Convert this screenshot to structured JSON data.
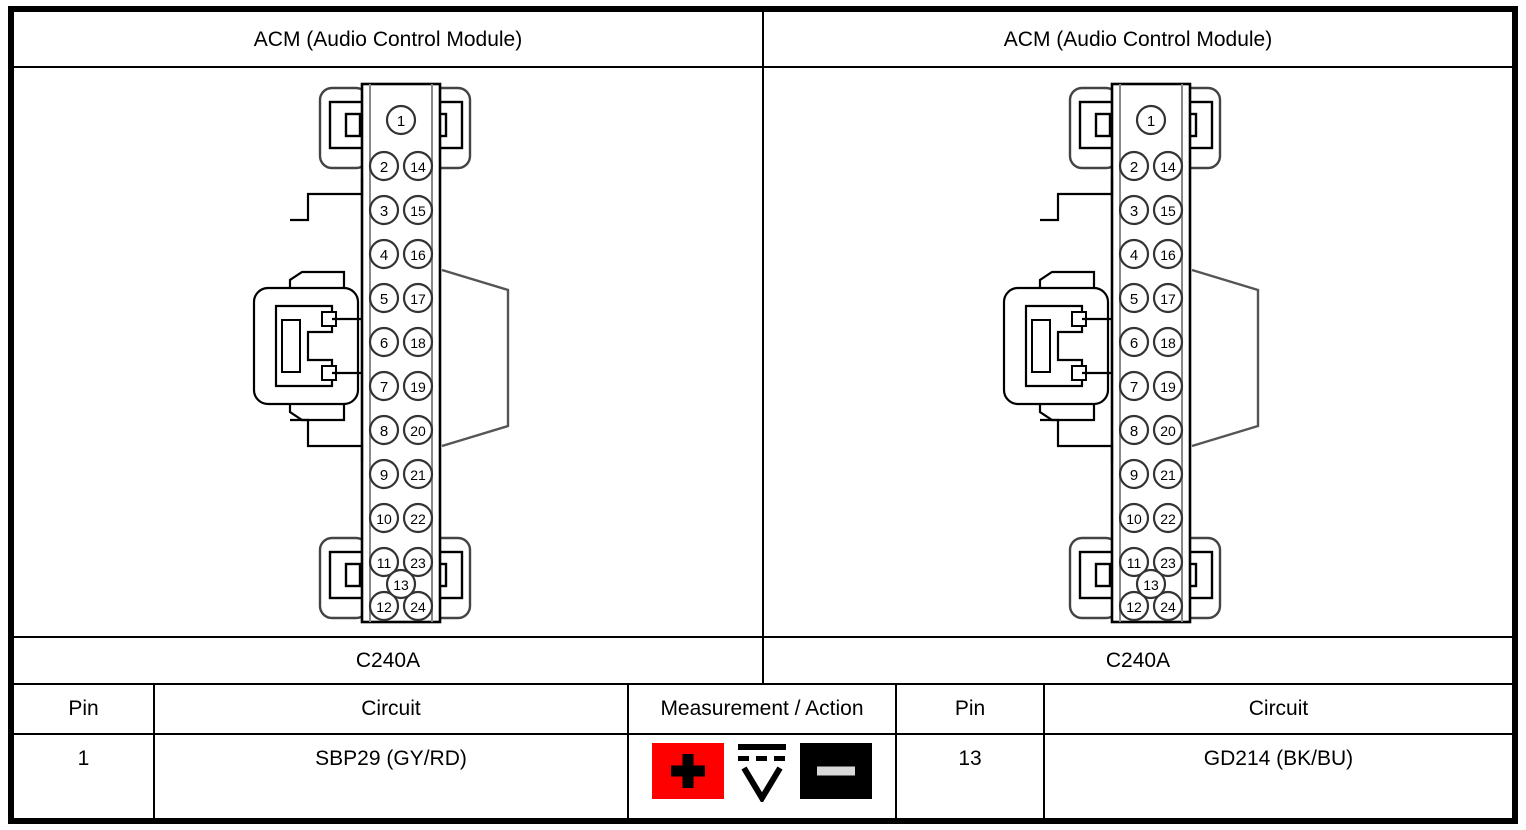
{
  "page": {
    "accent_red": "#ff0000",
    "ink": "#000000",
    "paper": "#ffffff"
  },
  "panels": [
    {
      "id": "left",
      "module_title": "ACM (Audio Control Module)",
      "connector_label": "C240A",
      "connector": {
        "name": "24-way-connector",
        "pin_top": "1",
        "pin_bottom": "13",
        "left_column": [
          "2",
          "3",
          "4",
          "5",
          "6",
          "7",
          "8",
          "9",
          "10",
          "11",
          "12"
        ],
        "right_column": [
          "14",
          "15",
          "16",
          "17",
          "18",
          "19",
          "20",
          "21",
          "22",
          "23",
          "24"
        ]
      }
    },
    {
      "id": "right",
      "module_title": "ACM (Audio Control Module)",
      "connector_label": "C240A",
      "connector": {
        "name": "24-way-connector",
        "pin_top": "1",
        "pin_bottom": "13",
        "left_column": [
          "2",
          "3",
          "4",
          "5",
          "6",
          "7",
          "8",
          "9",
          "10",
          "11",
          "12"
        ],
        "right_column": [
          "14",
          "15",
          "16",
          "17",
          "18",
          "19",
          "20",
          "21",
          "22",
          "23",
          "24"
        ]
      }
    }
  ],
  "table": {
    "headers": {
      "pin_left": "Pin",
      "circuit_left": "Circuit",
      "measurement": "Measurement / Action",
      "pin_right": "Pin",
      "circuit_right": "Circuit"
    },
    "row": {
      "pin_left": "1",
      "circuit_left": "SBP29 (GY/RD)",
      "pin_right": "13",
      "circuit_right": "GD214 (BK/BU)"
    },
    "measurement_icons": {
      "positive": "positive-probe-icon",
      "meter": "dc-voltmeter-icon",
      "meter_glyph": "V",
      "negative": "negative-probe-icon"
    }
  }
}
